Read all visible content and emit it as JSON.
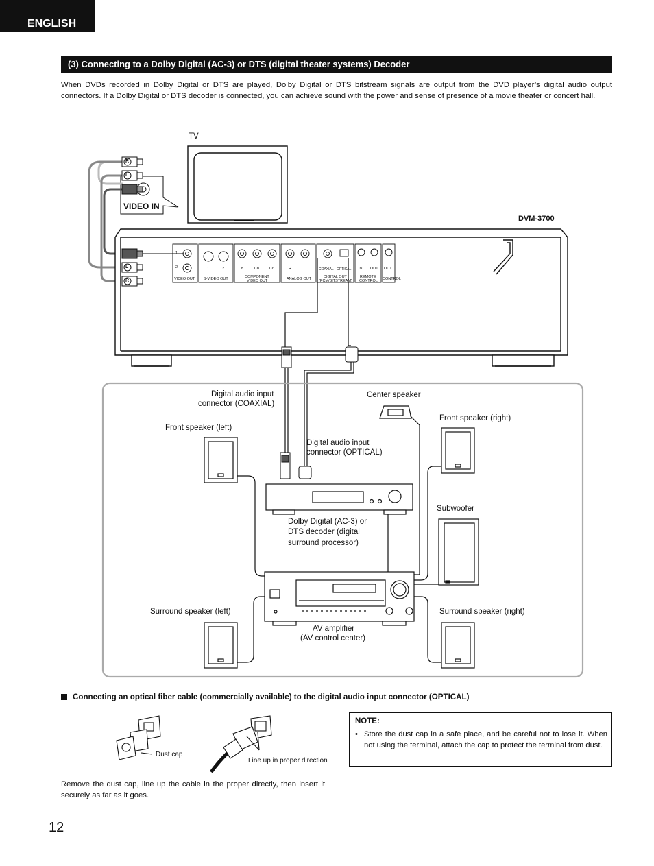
{
  "language_tab": "ENGLISH",
  "section_title": "(3)  Connecting to a Dolby Digital (AC-3) or DTS (digital theater systems) Decoder",
  "intro": "When DVDs recorded in Dolby Digital or DTS are played, Dolby Digital or DTS bitstream signals are output from the DVD player’s digital audio output connectors.  If a Dolby Digital or DTS decoder is connected, you can achieve sound with the power and sense of presence of a movie theater or concert hall.",
  "diagram": {
    "tv_label": "TV",
    "video_in_label": "VIDEO IN",
    "player_model": "DVM-3700",
    "jack_R": "R",
    "jack_L": "L",
    "panel": {
      "num_1": "1",
      "num_2": "2",
      "video_out": "VIDEO OUT",
      "s_video_1": "1",
      "s_video_2": "2",
      "s_video_out": "S-VIDEO OUT",
      "comp_y": "Y",
      "comp_cb": "Cb",
      "comp_cr": "Cr",
      "component_line1": "COMPONENT",
      "component_line2": "VIDEO OUT",
      "analog_r": "R",
      "analog_l": "L",
      "analog_out": "ANALOG OUT",
      "coaxial": "COAXIAL",
      "optical": "OPTICAL",
      "digital_out_line1": "DIGITAL OUT",
      "digital_out_line2": "(PCM/BITSTREAM)",
      "remote_in": "IN",
      "remote_out": "OUT",
      "remote_line1": "REMOTE",
      "remote_line2": "CONTROL",
      "control_out": "OUT",
      "control": "CONTROL"
    },
    "coax_label_1": "Digital audio input",
    "coax_label_2": "connector (COAXIAL)",
    "optical_label_1": "Digital audio input",
    "optical_label_2": "connector (OPTICAL)",
    "center_speaker": "Center speaker",
    "front_left": "Front speaker (left)",
    "front_right": "Front speaker (right)",
    "subwoofer": "Subwoofer",
    "decoder_1": "Dolby Digital (AC-3) or",
    "decoder_2": "DTS  decoder  (digital",
    "decoder_3": "surround processor)",
    "surround_left": "Surround speaker (left)",
    "surround_right": "Surround speaker (right)",
    "amp_1": "AV amplifier",
    "amp_2": "(AV control center)"
  },
  "optical_heading": "Connecting an optical fiber cable (commercially available) to the digital audio input connector (OPTICAL)",
  "dust_cap_label": "Dust cap",
  "line_up_label": "Line up in proper direction",
  "note": {
    "title": "NOTE:",
    "bullet": "•",
    "text": "Store the dust cap in a safe place, and be careful not to lose it. When not using the terminal, attach the cap to protect the terminal from dust."
  },
  "remove_text": "Remove the dust cap, line up the cable in the proper directly, then insert it securely as far as it goes.",
  "page_number": "12"
}
